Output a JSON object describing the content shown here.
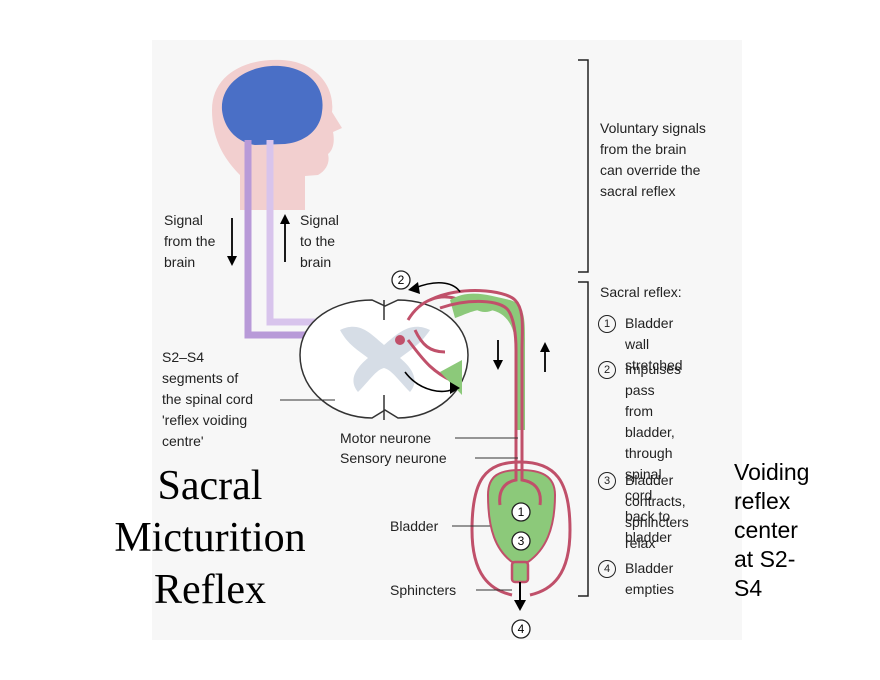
{
  "labels": {
    "signal_from_brain": "Signal\nfrom the\nbrain",
    "signal_to_brain": "Signal\nto the\nbrain",
    "voluntary": "Voluntary signals\nfrom the brain\ncan override the\nsacral reflex",
    "segments": "S2–S4\nsegments of\nthe spinal cord\n'reflex voiding\ncentre'",
    "motor_neurone": "Motor neurone",
    "sensory_neurone": "Sensory neurone",
    "bladder": "Bladder",
    "sphincters": "Sphincters",
    "sacral_reflex_heading": "Sacral reflex:"
  },
  "steps": [
    {
      "num": "1",
      "text": "Bladder wall\nstretched"
    },
    {
      "num": "2",
      "text": "Impulses pass\nfrom bladder,\nthrough spinal\ncord back to\nbladder"
    },
    {
      "num": "3",
      "text": "Bladder\ncontracts,\nsphincters\nrelax"
    },
    {
      "num": "4",
      "text": "Bladder\nempties"
    }
  ],
  "markers": {
    "one": "1",
    "two": "2",
    "three": "3",
    "four": "4"
  },
  "title": "Sacral\nMicturition\nReflex",
  "side_note": "Voiding\nreflex\ncenter\nat S2-\nS4",
  "colors": {
    "brain": "#4a6fc6",
    "head": "#f2cfcf",
    "nerve": "#c0506a",
    "tissue": "#8cc97a",
    "pathway": "#b89ad8"
  }
}
